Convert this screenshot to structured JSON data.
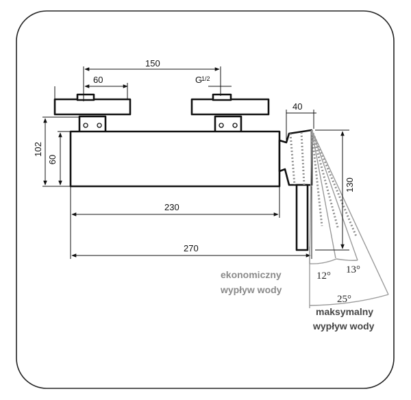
{
  "dimensions": {
    "d150": "150",
    "d60_top": "60",
    "thread_main": "G",
    "thread_frac": "1/2",
    "d40": "40",
    "d102": "102",
    "d60_side": "60",
    "d130": "130",
    "d230": "230",
    "d270": "270"
  },
  "angles": {
    "a12": "12°",
    "a13": "13°",
    "a25": "25°"
  },
  "labels": {
    "economy_line1": "ekonomiczny",
    "economy_line2": "wypływ wody",
    "max_line1": "maksymalny",
    "max_line2": "wypływ wody"
  },
  "colors": {
    "outline": "#111111",
    "spray_lines": "#9a9a9a",
    "caption_grey": "#8a8a8a",
    "caption_dark": "#444444"
  }
}
